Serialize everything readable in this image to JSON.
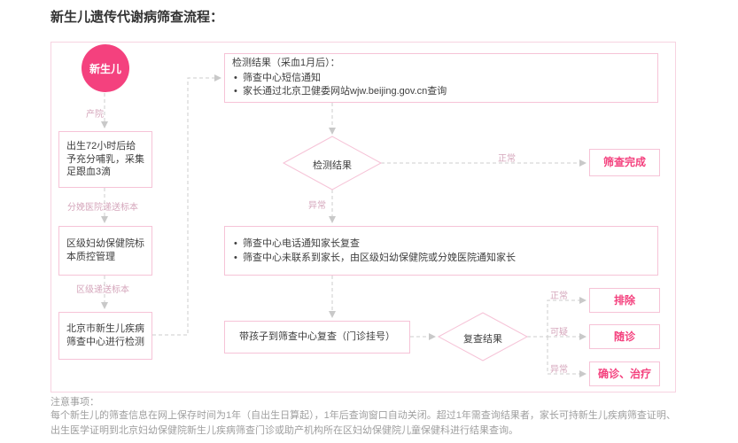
{
  "page": {
    "title": "新生儿遗传代谢病筛查流程："
  },
  "flow": {
    "start_label": "新生儿",
    "steps": {
      "collect": "出生72小时后给予充分哺乳，采集足跟血3滴",
      "quality": "区级妇幼保健院标本质控管理",
      "testing": "北京市新生儿疾病筛查中心进行检测",
      "recheck": "带孩子到筛查中心复查（门诊挂号）"
    },
    "result_info": {
      "title": "检测结果（采血1月后）：",
      "items": [
        "筛查中心短信通知",
        "家长通过北京卫健委网站wjw.beijing.gov.cn查询"
      ]
    },
    "notify": {
      "items": [
        "筛查中心电话通知家长复查",
        "筛查中心未联系到家长，由区级妇幼保健院或分娩医院通知家长"
      ]
    },
    "decisions": {
      "first": "检测结果",
      "second": "复查结果"
    },
    "outcomes": {
      "complete": "筛查完成",
      "exclude": "排除",
      "followup": "随诊",
      "confirm": "确诊、治疗"
    },
    "edge_labels": {
      "maternity": "产院",
      "delivery_send": "分娩医院递送标本",
      "district_send": "区级递送标本",
      "normal_1": "正常",
      "abnormal_1": "异常",
      "normal_2": "正常",
      "suspect": "可疑",
      "abnormal_2": "异常"
    }
  },
  "notes": {
    "title": "注意事项：",
    "body": "每个新生儿的筛查信息在网上保存时间为1年（自出生日算起），1年后查询窗口自动关闭。超过1年需查询结果者，家长可持新生儿疾病筛查证明、出生医学证明到北京妇幼保健院新生儿疾病筛查门诊或助产机构所在区妇幼保健院儿童保健科进行结果查询。"
  },
  "colors": {
    "accent_pink": "#f4417e",
    "border_pink": "#f6c3d7",
    "container_border": "#f7d3e1",
    "line_gray": "#c9c9c9",
    "edge_label_pink": "#d5a6bb",
    "text_dark": "#3f3f3f",
    "note_gray": "#9f9f9f"
  }
}
